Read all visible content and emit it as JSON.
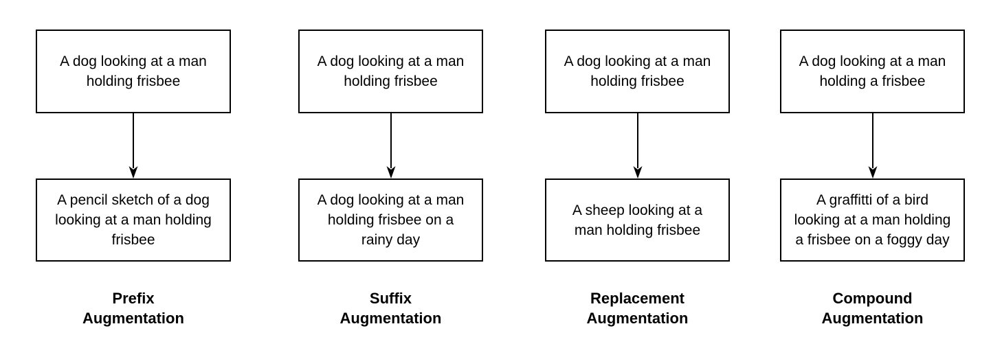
{
  "colors": {
    "background": "#ffffff",
    "stroke": "#000000",
    "text": "#000000"
  },
  "icons": {
    "arrow": "arrow-down-icon"
  },
  "columns": [
    {
      "name": "prefix-augmentation",
      "input": {
        "text": "A dog looking at a man holding frisbee",
        "lines": [
          "A dog looking at a man",
          "holding frisbee"
        ]
      },
      "output": {
        "text": "A pencil sketch of a dog looking at a man holding frisbee",
        "lines": [
          "A pencil sketch of a dog",
          "looking at a man holding",
          "frisbee"
        ]
      },
      "label": {
        "text": "Prefix Augmentation",
        "lines": [
          "Prefix",
          "Augmentation"
        ]
      }
    },
    {
      "name": "suffix-augmentation",
      "input": {
        "text": "A dog looking at a man holding frisbee",
        "lines": [
          "A dog looking at a man",
          "holding frisbee"
        ]
      },
      "output": {
        "text": "A dog looking at a man holding frisbee on a rainy day",
        "lines": [
          "A dog looking at a man",
          "holding frisbee on a",
          "rainy day"
        ]
      },
      "label": {
        "text": "Suffix Augmentation",
        "lines": [
          "Suffix",
          "Augmentation"
        ]
      }
    },
    {
      "name": "replacement-augmentation",
      "input": {
        "text": "A dog looking at a man holding frisbee",
        "lines": [
          "A dog looking at a man",
          "holding frisbee"
        ]
      },
      "output": {
        "text": "A sheep looking at a man holding frisbee",
        "lines": [
          "A sheep looking at a",
          "man holding frisbee"
        ]
      },
      "label": {
        "text": "Replacement Augmentation",
        "lines": [
          "Replacement",
          "Augmentation"
        ]
      }
    },
    {
      "name": "compound-augmentation",
      "input": {
        "text": "A dog looking at a man holding a frisbee",
        "lines": [
          "A dog looking at a man",
          "holding a frisbee"
        ]
      },
      "output": {
        "text": "A graffitti of a bird looking at a man holding a frisbee on a foggy day",
        "lines": [
          "A graffitti of a bird",
          "looking at a man holding",
          "a frisbee on a foggy day"
        ]
      },
      "label": {
        "text": "Compound Augmentation",
        "lines": [
          "Compound",
          "Augmentation"
        ]
      }
    }
  ]
}
